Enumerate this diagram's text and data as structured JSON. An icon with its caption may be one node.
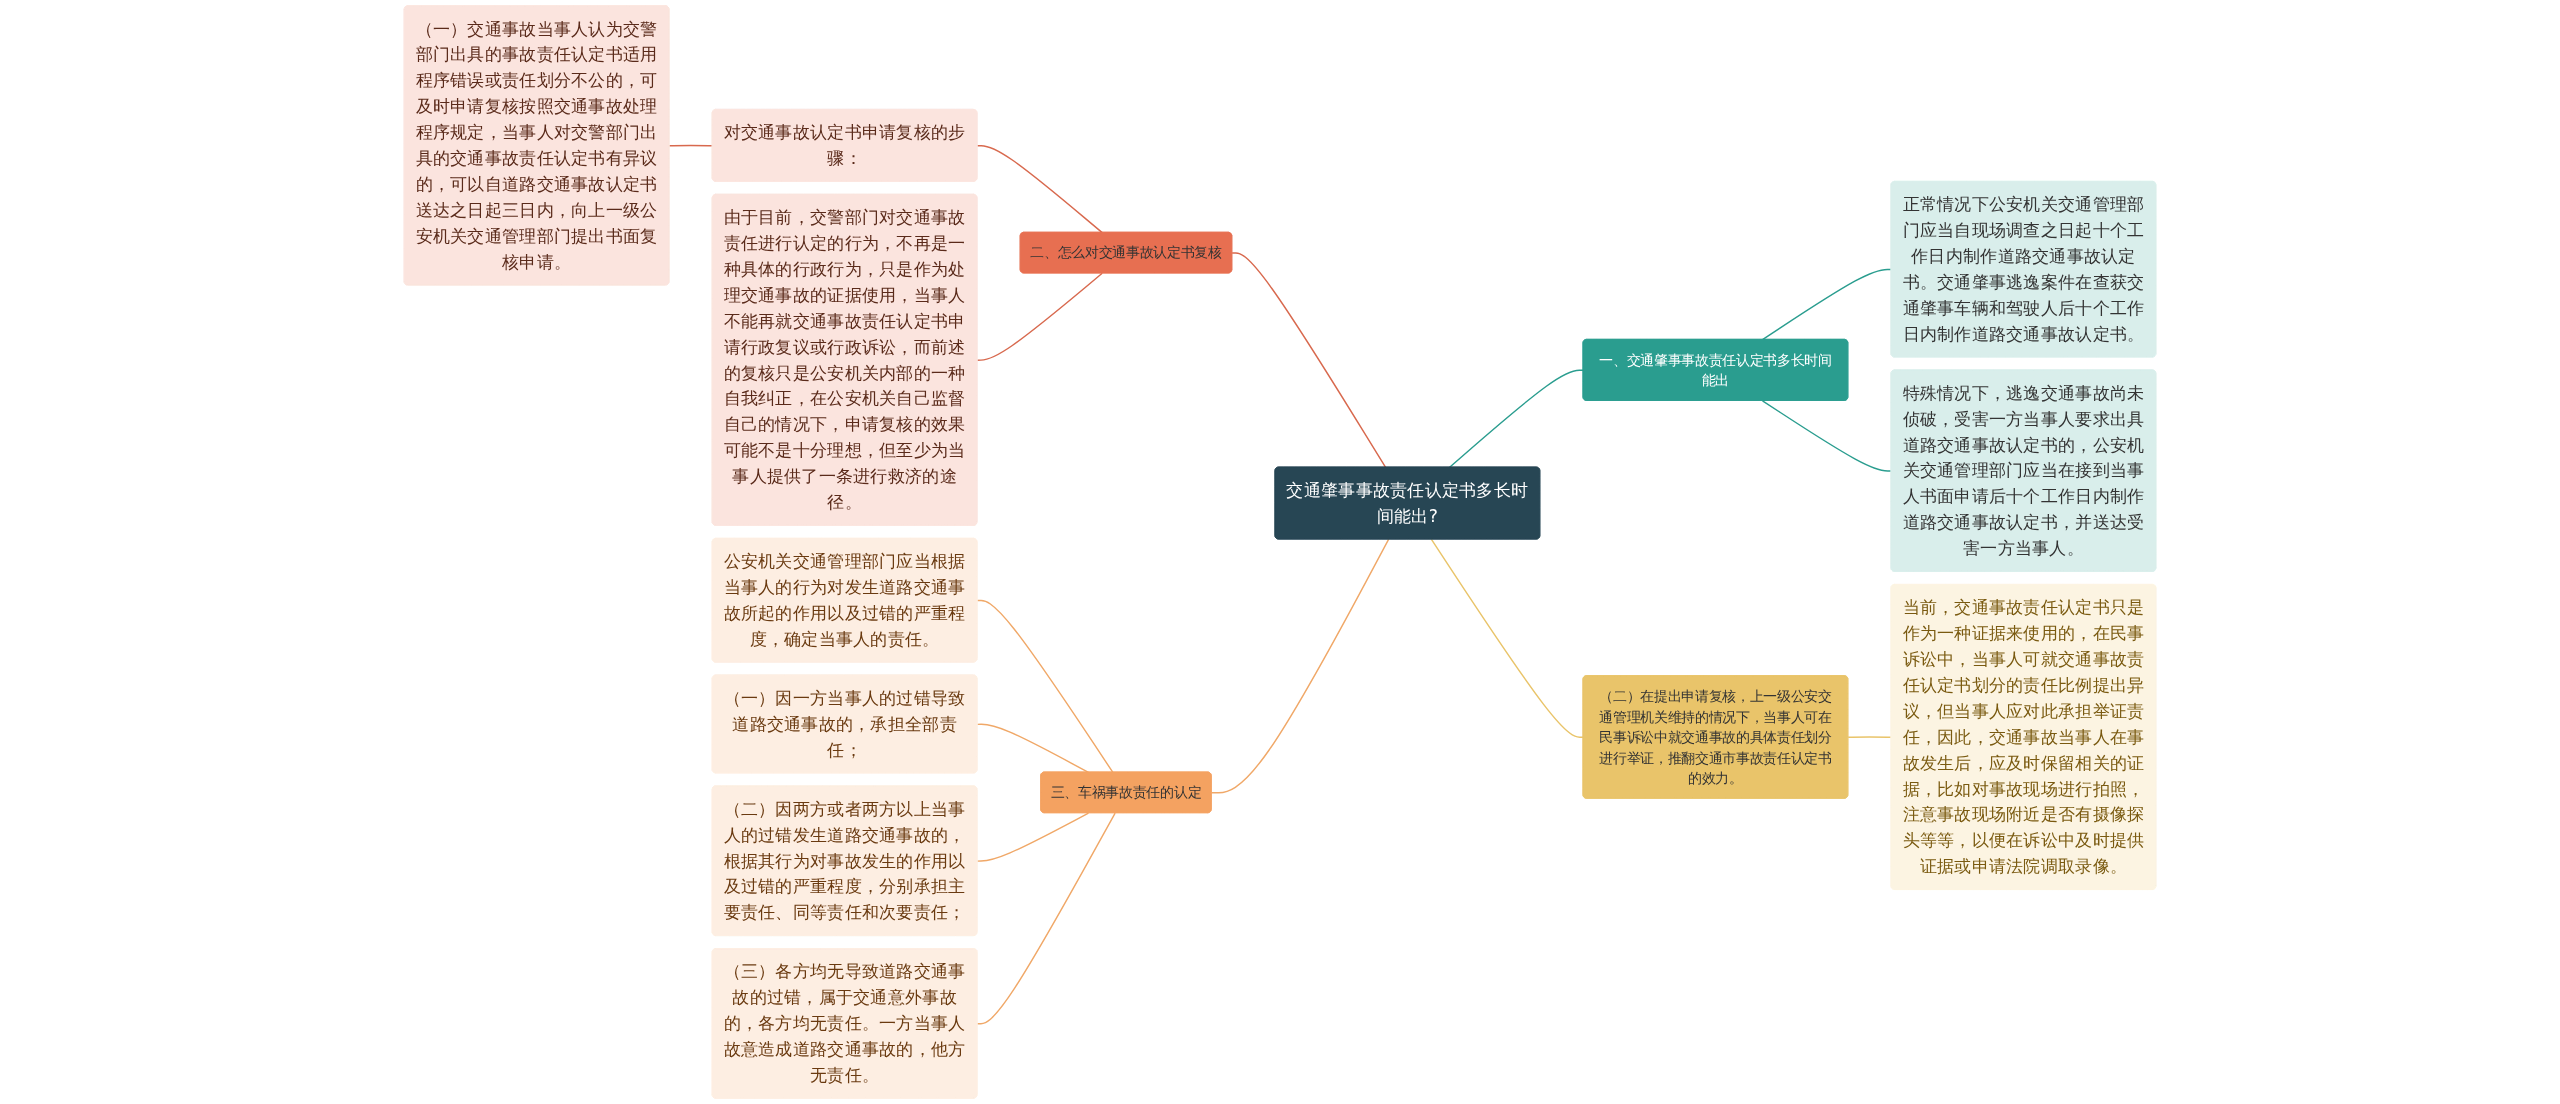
{
  "diagram": {
    "nodes": [
      {
        "text": [
          "交通肇事事故责任认定书多长时间能出?"
        ]
      },
      {
        "text": [
          "一、交通肇事事故责任认定书多长时间能出"
        ]
      },
      {
        "text": [
          "正常情况下公安机关交通管理部门应当自现场调查之日起十个工作日内制作道路交通事故认定书。交通肇事逃逸案件在查获交通肇事车辆和驾驶人后十个工作日内制作道路交通事故认定书。"
        ]
      },
      {
        "text": [
          "特殊情况下，逃逸交通事故尚未侦破，受害一方当事人要求出具道路交通事故认定书的，公安机关交通管理部门应当在接到当事人书面申请后十个工作日内制作道路交通事故认定书，并送达受害一方当事人。"
        ]
      },
      {
        "text": [
          "（二）在提出申请复核，上一级公安交通管理机关维持的情况下，当事人可在民事诉讼中就交通事故的具体责任划分进行举证，推翻交通市事故责任认定书的效力。"
        ]
      },
      {
        "text": [
          "当前，交通事故责任认定书只是作为一种证据来使用的，在民事诉讼中，当事人可就交通事故责任认定书划分的责任比例提出异议，但当事人应对此承担举证责任，因此，交通事故当事人在事故发生后，应及时保留相关的证据，比如对事故现场进行拍照，注意事故现场附近是否有摄像探头等等，以便在诉讼中及时提供证据或申请法院调取录像。"
        ]
      },
      {
        "text": [
          "二、怎么对交通事故认定书复核"
        ]
      },
      {
        "text": [
          "对交通事故认定书申请复核的步骤："
        ]
      },
      {
        "text": [
          "（一）交通事故当事人认为交警部门出具的事故责任认定书适用程序错误或责任划分不公的，可及时申请复核按照交通事故处理程序规定，当事人对交警部门出具的交通事故责任认定书有异议的，可以自道路交通事故认定书送达之日起三日内，向上一级公安机关交通管理部门提出书面复核申请。"
        ]
      },
      {
        "text": [
          "由于目前，交警部门对交通事故责任进行认定的行为，不再是一种具体的行政行为，只是作为处理交通事故的证据使用，当事人不能再就交通事故责任认定书申请行政复议或行政诉讼，而前述的复核只是公安机关内部的一种自我纠正，在公安机关自己监督自己的情况下，申请复核的效果可能不是十分理想，但至少为当事人提供了一条进行救济的途径。"
        ]
      },
      {
        "text": [
          "三、车祸事故责任的认定"
        ]
      },
      {
        "text": [
          "公安机关交通管理部门应当根据当事人的行为对发生道路交通事故所起的作用以及过错的严重程度，确定当事人的责任。"
        ]
      },
      {
        "text": [
          "（一）因一方当事人的过错导致道路交通事故的，承担全部责任；"
        ]
      },
      {
        "text": [
          "（二）因两方或者两方以上当事人的过错发生道路交通事故的，根据其行为对事故发生的作用以及过错的严重程度，分别承担主要责任、同等责任和次要责任；"
        ]
      },
      {
        "text": [
          "（三）各方均无导致道路交通事故的过错，属于交通意外事故的，各方均无责任。一方当事人故意造成道路交通事故的，他方无责任。"
        ]
      }
    ],
    "edges": [
      {
        "from": 0,
        "to": 1,
        "arrow": "none",
        "color": "#2a9d8f"
      },
      {
        "from": 1,
        "to": 2,
        "arrow": "none",
        "color": "#2a9d8f"
      },
      {
        "from": 1,
        "to": 3,
        "arrow": "none",
        "color": "#2a9d8f"
      },
      {
        "from": 0,
        "to": 4,
        "arrow": "none",
        "color": "#e9c46a"
      },
      {
        "from": 4,
        "to": 5,
        "arrow": "none",
        "color": "#e9c46a"
      },
      {
        "from": 0,
        "to": 6,
        "arrow": "none",
        "color": "#d8694e"
      },
      {
        "from": 6,
        "to": 7,
        "arrow": "none",
        "color": "#d8694e"
      },
      {
        "from": 7,
        "to": 8,
        "arrow": "none",
        "color": "#d8694e"
      },
      {
        "from": 6,
        "to": 9,
        "arrow": "none",
        "color": "#d8694e"
      },
      {
        "from": 0,
        "to": 10,
        "arrow": "none"
      },
      {
        "from": 10,
        "to": 11,
        "arrow": "none"
      },
      {
        "from": 10,
        "to": 12,
        "arrow": "none"
      },
      {
        "from": 10,
        "to": 13,
        "arrow": "none"
      },
      {
        "from": 10,
        "to": 14,
        "arrow": "none"
      }
    ]
  }
}
